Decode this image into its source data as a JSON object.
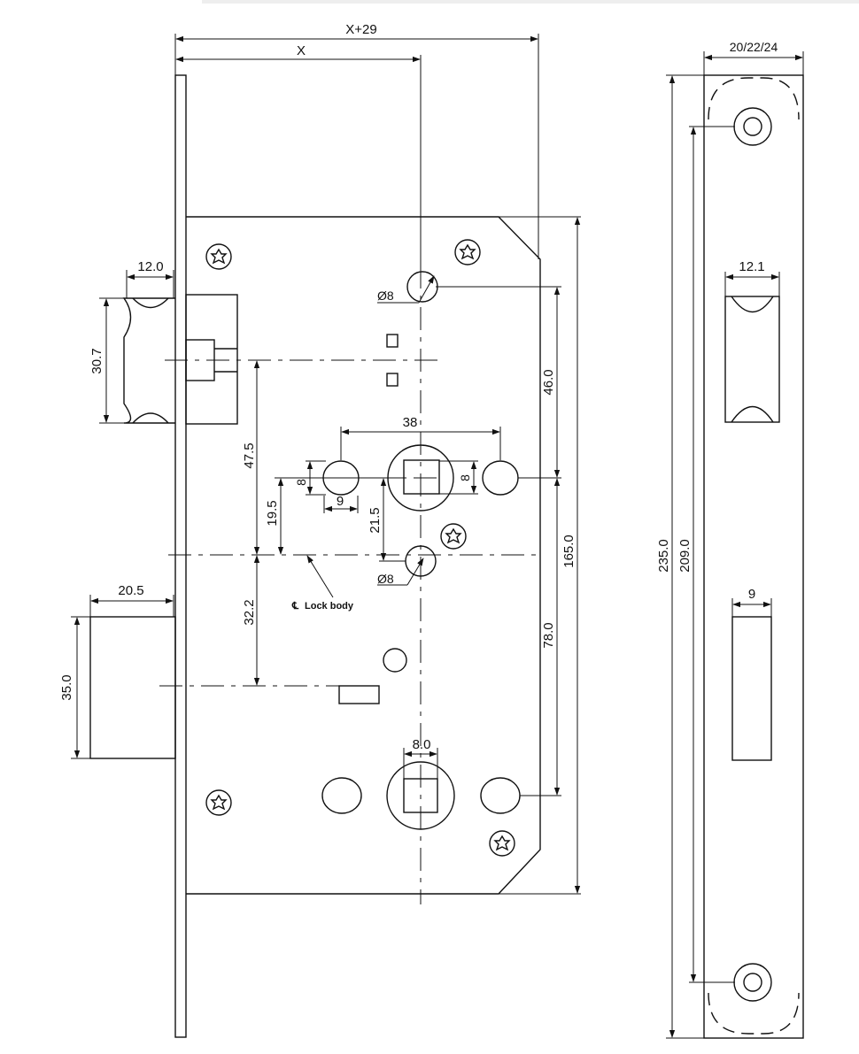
{
  "dimensions": {
    "overall_backset_width": "X+29",
    "backset": "X",
    "faceplate_width": "20/22/24",
    "latch_projection": "12.0",
    "latch_height": "30.7",
    "latch_to_handle": "47.5",
    "hole_diameter_top": "Ø8",
    "top_hole_to_follower": "46.0",
    "follower_pitch": "38",
    "guide_hole_height": "8",
    "guide_hole_width": "9",
    "follower_square": "8",
    "follower_to_center": "19.5",
    "follower_to_lower_hole": "21.5",
    "hole_diameter_lower": "Ø8",
    "lock_body_height": "165.0",
    "bolt_projection": "20.5",
    "bolt_height": "35.0",
    "center_to_bolt": "32.2",
    "follower_to_thumbturn": "78.0",
    "thumbturn_square": "8.0",
    "faceplate_length": "235.0",
    "faceplate_screw_pitch": "209.0",
    "strike_latch_width": "12.1",
    "strike_bolt_width": "9"
  },
  "labels": {
    "lock_body_centerline": "Lock body",
    "centerline_symbol": "℄"
  },
  "colors": {
    "line": "#111111",
    "background": "#ffffff"
  }
}
